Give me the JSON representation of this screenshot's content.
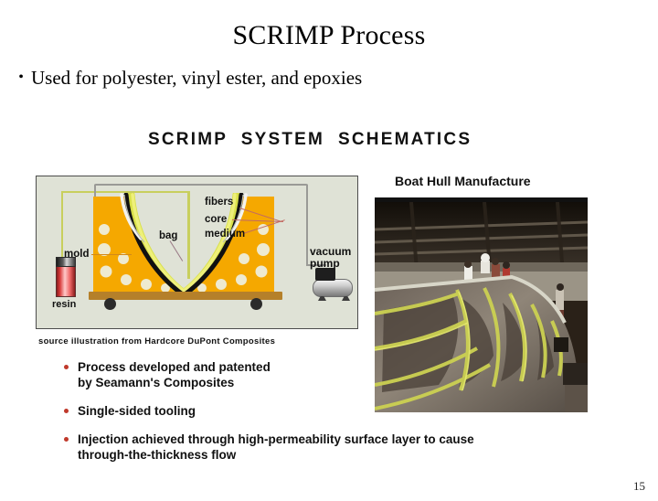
{
  "slide": {
    "title": "SCRIMP Process",
    "page_number": "15",
    "bullet": {
      "marker": "•",
      "text": "Used for polyester, vinyl ester, and epoxies"
    }
  },
  "figure": {
    "heading": "SCRIMP  SYSTEM  SCHEMATICS",
    "source_note": "source illustration from Hardcore DuPont Composites",
    "schematic_labels": {
      "mold": "mold",
      "bag": "bag",
      "fibers": "fibers",
      "core": "core",
      "medium": "medium",
      "resin": "resin",
      "vacuum_pump_line1": "vacuum",
      "vacuum_pump_line2": "pump"
    },
    "photo_caption": "Boat Hull Manufacture"
  },
  "points": [
    {
      "line1": "Process developed and patented",
      "line2": "by Seamann's Composites"
    },
    {
      "line1": "Single-sided tooling",
      "line2": ""
    },
    {
      "line1": "Injection achieved through high-permeability surface layer to cause",
      "line2": "through-the-thickness flow"
    }
  ],
  "colors": {
    "bullet_red": "#c0392b",
    "mold_orange": "#f5a800",
    "core_green": "#d9e04a",
    "bag_black": "#111111",
    "schematic_bg": "#dfe2d6",
    "resin_red": "#d83a3a"
  }
}
